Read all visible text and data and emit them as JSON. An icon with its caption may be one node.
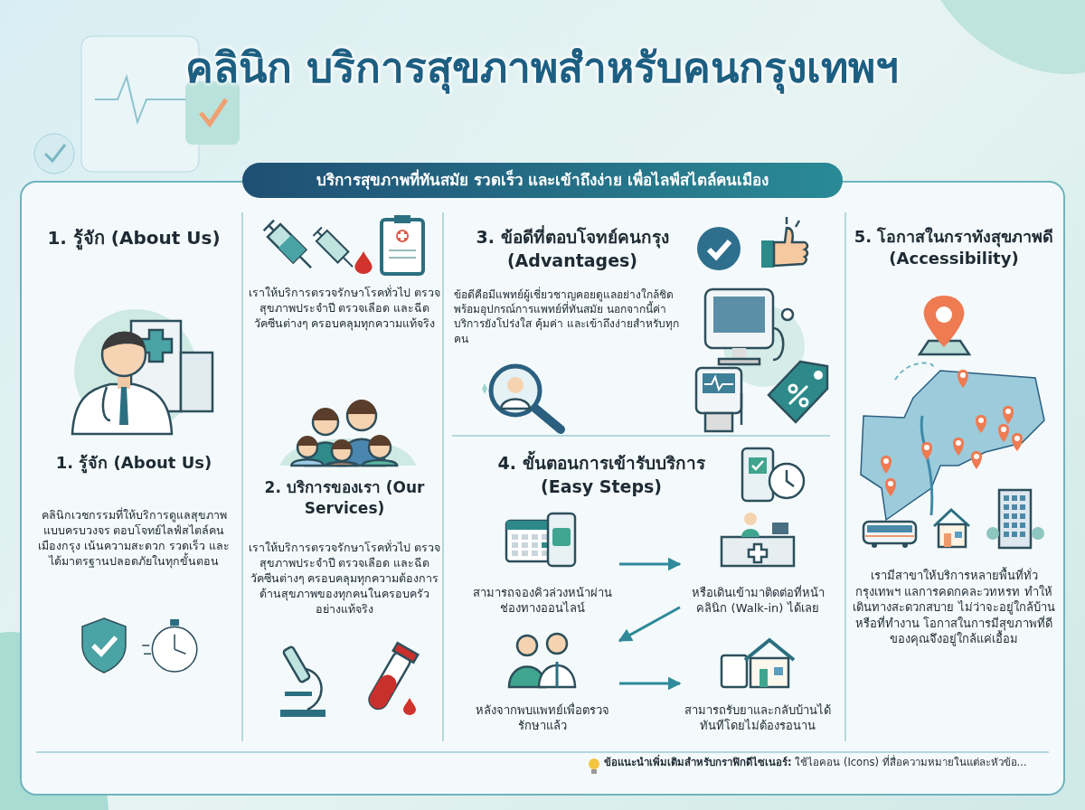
{
  "diagram": {
    "title": "คลินิก บริการสุขภาพสำหรับคนกรุงเทพฯ",
    "nodes": [
      {
        "text": [
          "สามารถจองคิวล่วงหน้าผ่านช่องทางออนไลน์"
        ]
      },
      {
        "text": [
          "หรือเดินเข้ามาติดต่อที่หน้าคลินิก (Walk-in) ได้เลย"
        ]
      },
      {
        "text": [
          "หลังจากพบแพทย์เพื่อตรวจรักษาแล้ว"
        ]
      },
      {
        "text": [
          "สามารถรับยาและกลับบ้านได้ทันทีโดยไม่ต้องรอนาน"
        ]
      }
    ],
    "edges": [
      {
        "from": 0,
        "to": 1,
        "arrow": "to"
      },
      {
        "from": 1,
        "to": 2,
        "arrow": "to"
      },
      {
        "from": 2,
        "to": 3,
        "arrow": "to"
      }
    ],
    "labels": [
      "บริการสุขภาพที่ทันสมัย รวดเร็ว และเข้าถึงง่าย เพื่อไลฟ์สไตล์คนเมือง",
      "1. รู้จัก (About Us)",
      "1. รู้จัก (About Us)",
      "คลินิกเวชกรรมที่ให้บริการดูแลสุขภาพแบบครบวงจร ตอบโจทย์ไลฟ์สไตล์คนเมืองกรุง เน้นความสะดวก รวดเร็ว และได้มาตรฐานปลอดภัยในทุกขั้นตอน",
      "เราให้บริการตรวจรักษาโรคทั่วไป ตรวจสุขภาพประจำปี ตรวจเลือด และฉีดวัคซีนต่างๆ ครอบคลุมทุกความแท้จริง",
      "2. บริการของเรา (Our Services)",
      "เราให้บริการตรวจรักษาโรคทั่วไป ตรวจสุขภาพประจำปี ตรวจเลือด และฉีดวัคซีนต่างๆ ครอบคลุมทุกความต้องการด้านสุขภาพของทุกคนในครอบครัวอย่างแท้จริง",
      "3. ข้อดีที่ตอบโจทย์คนกรุง (Advantages)",
      "ข้อดีคือมีแพทย์ผู้เชี่ยวชาญคอยดูแลอย่างใกล้ชิด พร้อมอุปกรณ์การแพทย์ที่ทันสมัย นอกจากนี้ค่าบริการยังโปร่งใส คุ้มค่า และเข้าถึงง่ายสำหรับทุกคน",
      "4. ขั้นตอนการเข้ารับบริการ (Easy Steps)",
      "5. โอกาสในกราทังสุขภาพดี (Accessibility)",
      "เรามีสาขาให้บริการหลายพื้นที่ทั่วกรุงเทพฯ แลการคดกคละวทหรท ทำให้เดินทางสะดวกสบาย ไม่ว่าจะอยู่ใกล้บ้านหรือที่ทำงาน โอกาสในการมีสุขภาพที่ดีของคุณจึงอยู่ใกล้แค่เอื้อม",
      "**ข้อแนะนำเพิ่มเติมสำหรับกราฟิกดีไซเนอร์:** ใช้ไอคอน (Icons) ที่สื่อความหมายในแต่ละหัวข้อ..."
    ]
  }
}
